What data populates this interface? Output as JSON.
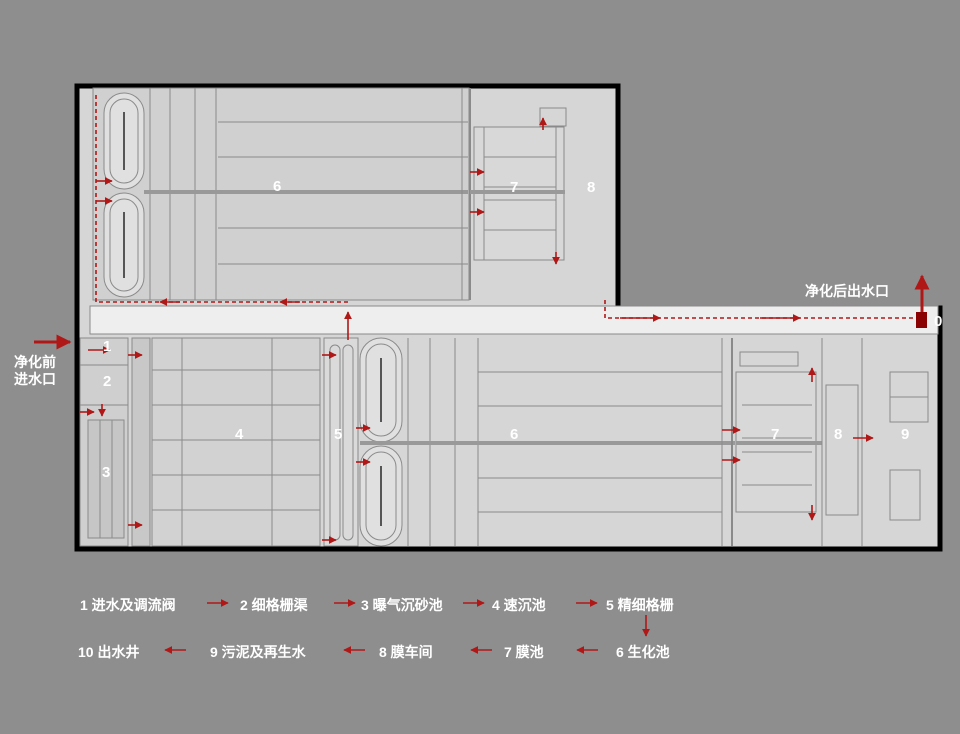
{
  "labels": {
    "inlet": [
      "净化前",
      "进水口"
    ],
    "outlet": "净化后出水口",
    "zone_1": "1",
    "zone_2": "2",
    "zone_3": "3",
    "zone_4": "4",
    "zone_5": "5",
    "zone_6_top": "6",
    "zone_6_bottom": "6",
    "zone_7_top": "7",
    "zone_7_bottom": "7",
    "zone_8_top": "8",
    "zone_8_bottom": "8",
    "zone_9": "9",
    "zone_10": "0"
  },
  "legend": {
    "row1": [
      "1 进水及调流阀",
      "2 细格栅渠",
      "3 曝气沉砂池",
      "4 速沉池",
      "5 精细格栅"
    ],
    "row2": [
      "10 出水井",
      "9 污泥及再生水",
      "8 膜车间",
      "7 膜池",
      "6 生化池"
    ]
  },
  "colors": {
    "background": "#8e8e8e",
    "floor": "#d6d6d6",
    "wall": "#000000",
    "flow": "#b01818",
    "text": "#ffffff"
  }
}
